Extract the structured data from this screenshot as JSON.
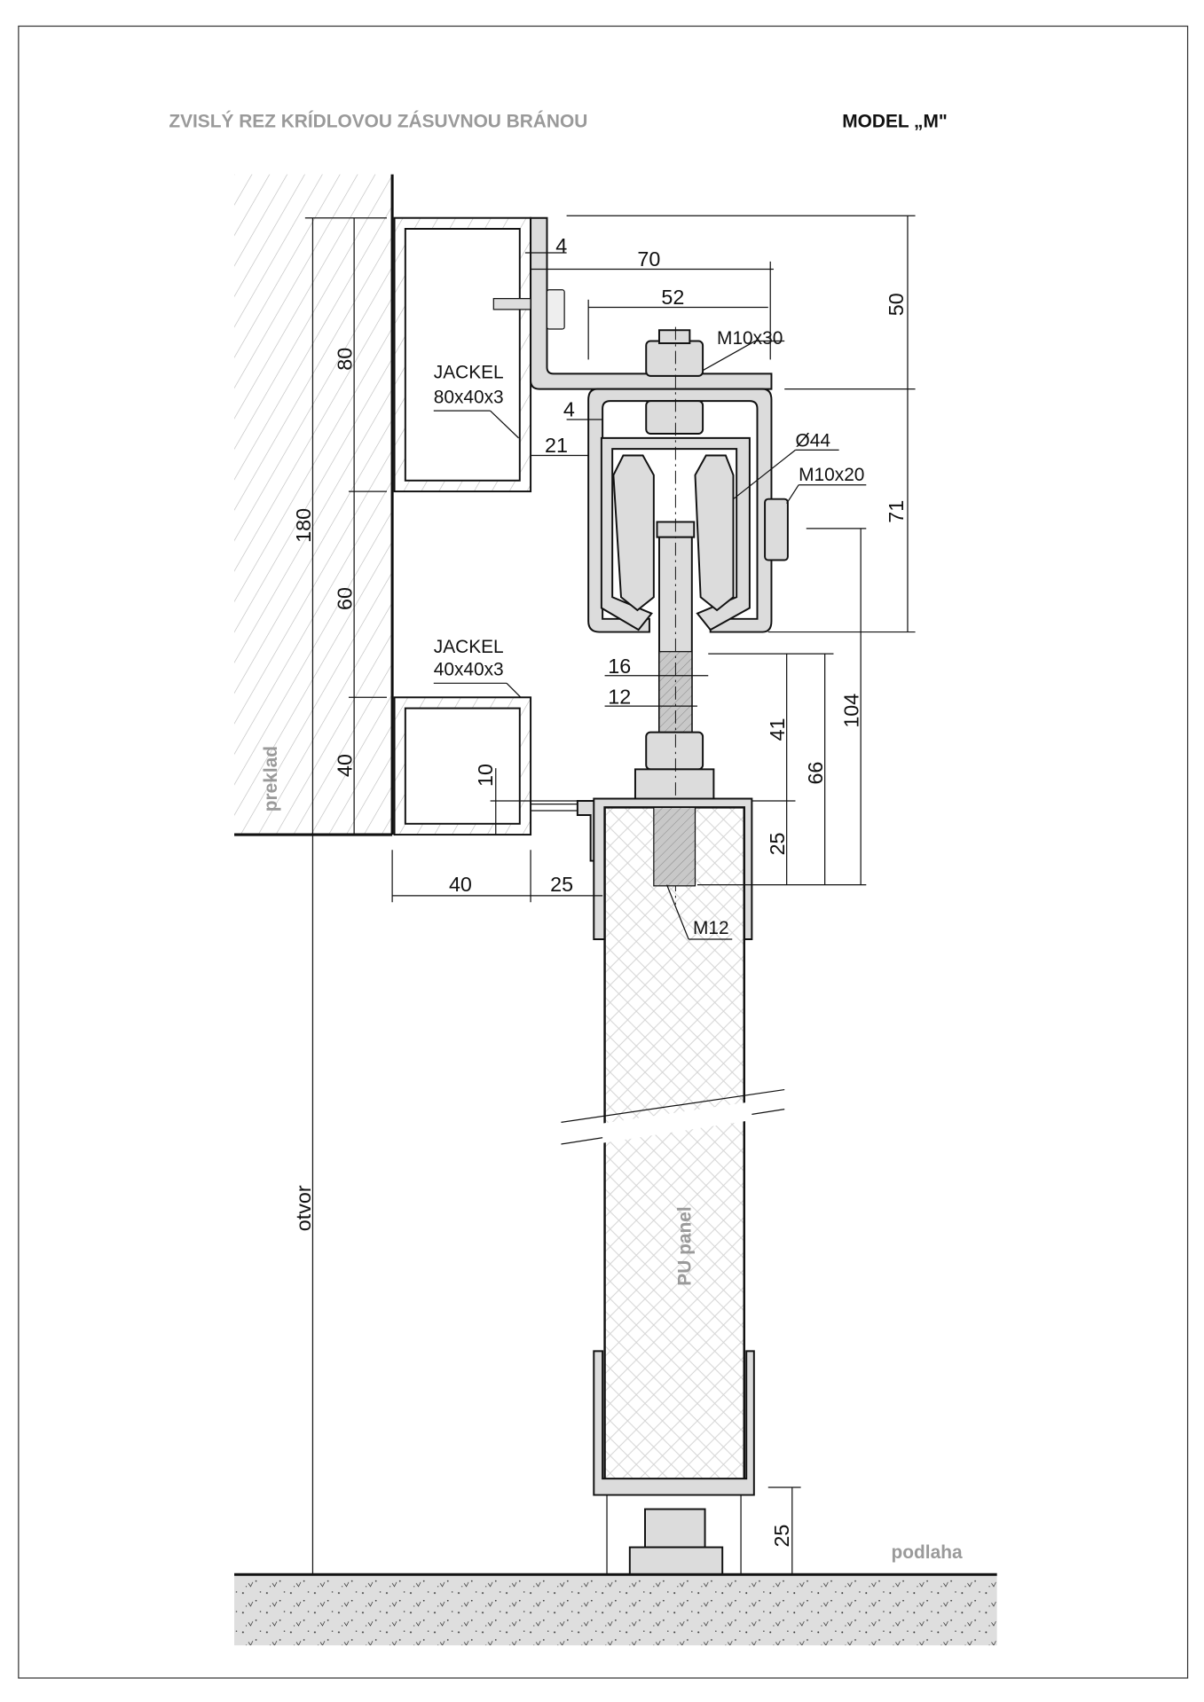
{
  "title": {
    "main": "ZVISLÝ REZ KRÍDLOVOU ZÁSUVNOU BRÁNOU",
    "model": "MODEL „M\""
  },
  "labels": {
    "jackel_top_name": "JACKEL",
    "jackel_top_size": "80x40x3",
    "jackel_bottom_name": "JACKEL",
    "jackel_bottom_size": "40x40x3",
    "bolt_top": "M10x30",
    "bolt_side": "M10x20",
    "wheel_diameter": "Ø44",
    "stud": "M12",
    "lintel": "preklad",
    "opening": "otvor",
    "panel": "PU panel",
    "floor": "podlaha"
  },
  "dimensions": {
    "plate_thickness_top": "4",
    "bracket_reach": "70",
    "bolt_spacing": "52",
    "height_top": "50",
    "frame_thickness": "4",
    "gap_21": "21",
    "height_carriage": "71",
    "jackel_80": "80",
    "total_180": "180",
    "spacing_60": "60",
    "jackel_40_vertical": "40",
    "stud_16": "16",
    "stud_12": "12",
    "dim_41": "41",
    "dim_104": "104",
    "dim_66": "66",
    "dim_10": "10",
    "dim_25_panel": "25",
    "jackel_40_horizontal": "40",
    "gap_25": "25",
    "floor_gap_25": "25"
  },
  "colors": {
    "steel": "#dcdcdc",
    "label_gray": "#9a9a9a",
    "line": "#111111"
  }
}
